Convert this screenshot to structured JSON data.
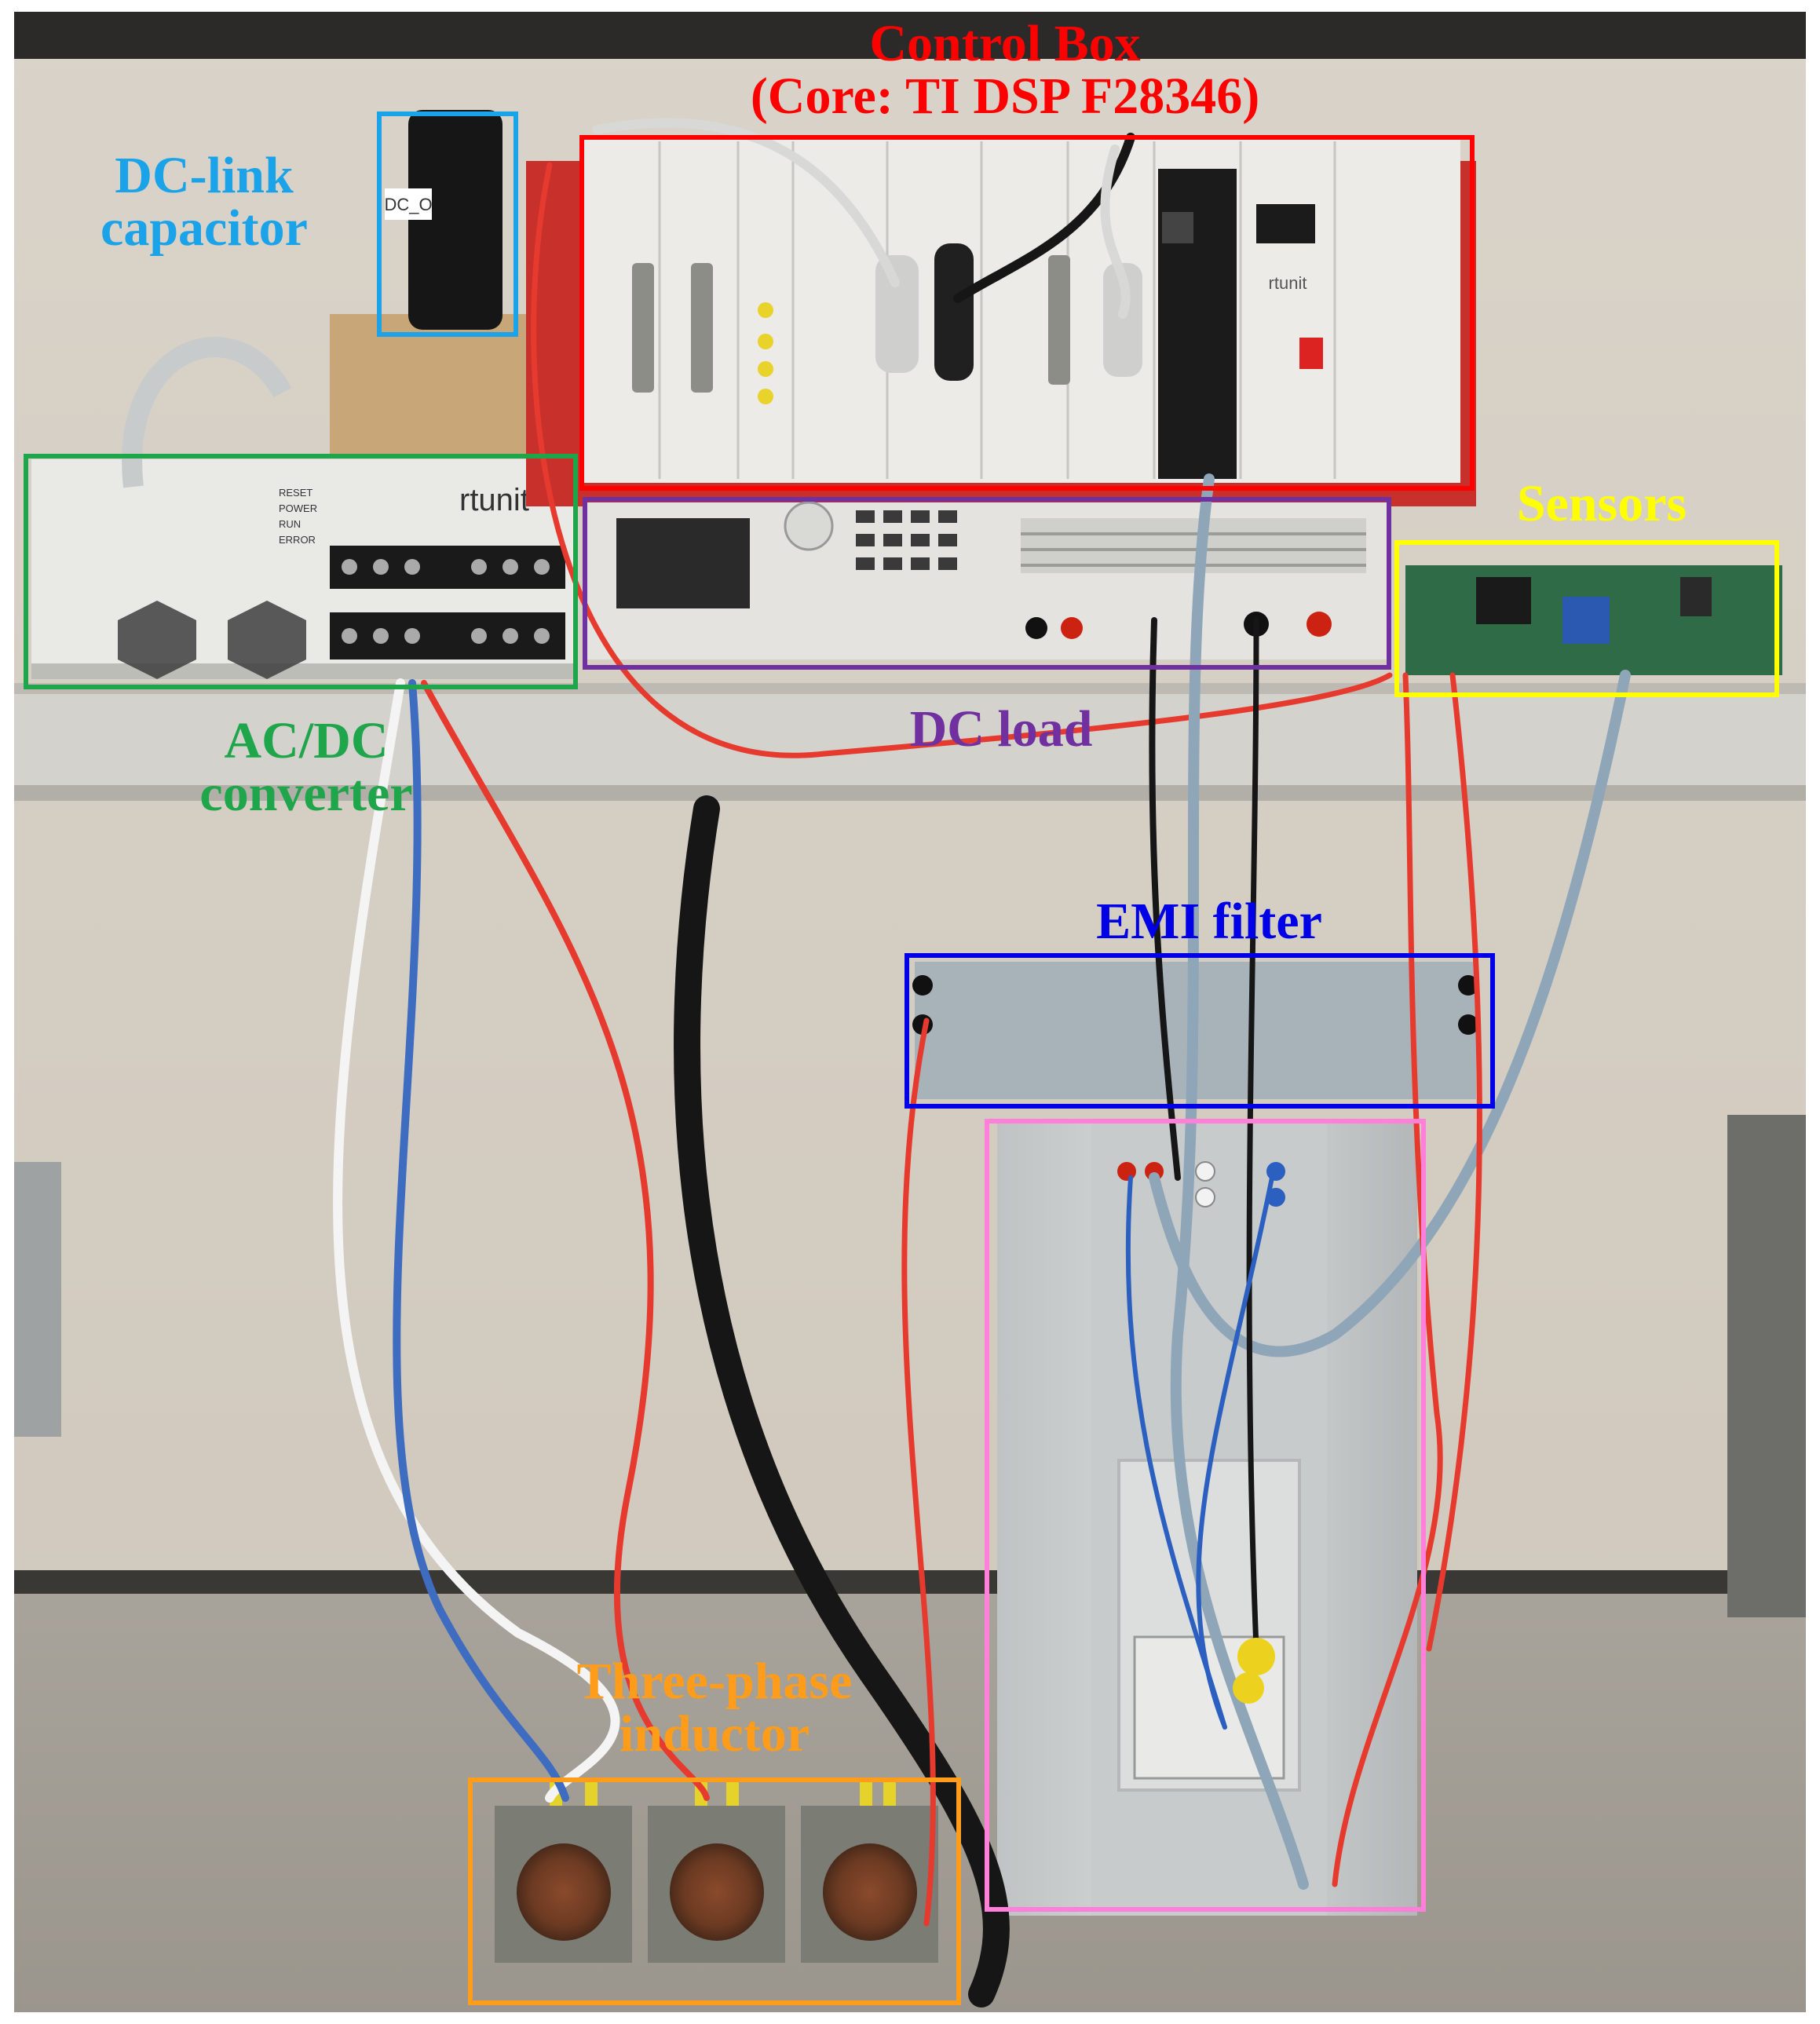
{
  "labels": {
    "control_box": {
      "line1": "Control Box",
      "line2": "(Core: TI DSP F28346)"
    },
    "dc_link": {
      "line1": "DC-link",
      "line2": "capacitor"
    },
    "ac_dc": {
      "line1": "AC/DC",
      "line2": "converter"
    },
    "dc_load": "DC load",
    "sensors": "Sensors",
    "emi_filter": "EMI filter",
    "inductor": {
      "line1": "Three-phase",
      "line2": "inductor"
    }
  },
  "device_text": {
    "converter_brand": "rtunit",
    "controller_brand": "rtunit",
    "capacitor_tag": "DC_O",
    "converter_leds": [
      "RESET",
      "POWER",
      "RUN",
      "ERROR"
    ]
  },
  "colors": {
    "control_box": "#ff0000",
    "dc_link": "#1aa3e8",
    "ac_dc": "#1fa64b",
    "dc_load": "#7030a0",
    "sensors": "#ffff00",
    "emi_filter": "#0000e6",
    "inverter_box": "#ff7fd9",
    "inductor": "#ff9c1a"
  }
}
